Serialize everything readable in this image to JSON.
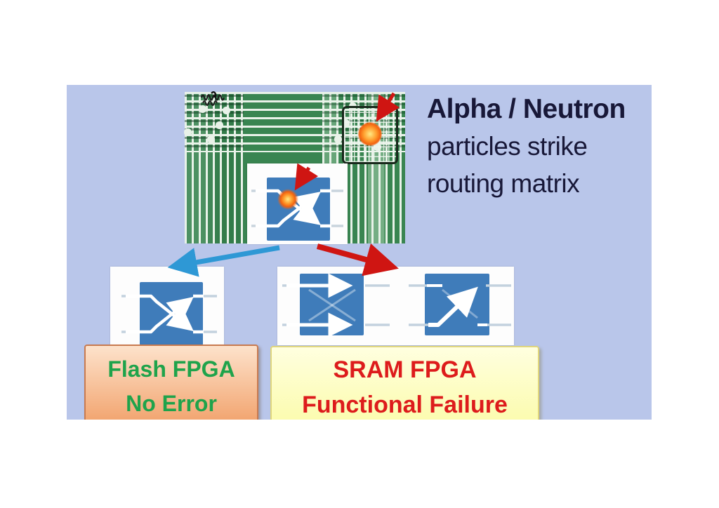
{
  "theme": {
    "page_bg": "#ffffff",
    "slide_bg": "#b9c6ea",
    "matrix_green": "#398551",
    "matrix_line": "#e9f2e9",
    "switch_blue": "#3f7cba",
    "panel_white": "#fdfdfd",
    "title_color": "#181838",
    "good_arrow": "#2e98d5",
    "bad_arrow": "#cf1512",
    "glow_core": "#ffe984",
    "glow_mid": "#ff9e2e",
    "glow_edge": "#f2620f",
    "flash_border": "#c87a50",
    "flash_bg_top": "#fde2cb",
    "flash_bg_bottom": "#f09a60",
    "flash_text": "#1fa34b",
    "sram_border": "#e0d67c",
    "sram_bg_top": "#ffffdf",
    "sram_bg_bottom": "#fbfba6",
    "sram_text": "#dd1c1c"
  },
  "title": {
    "line1": "Alpha / Neutron",
    "line2": "particles strike",
    "line3": "routing matrix"
  },
  "results": {
    "flash": {
      "line1": "Flash FPGA",
      "line2": "No Error"
    },
    "sram": {
      "line1": "SRAM FPGA",
      "line2": "Functional Failure"
    }
  },
  "icons": {
    "particle_strike": "red-strike-arrow",
    "particle_glow": "orange-glow-dot",
    "good_branch": "blue-arrow",
    "bad_branch": "red-arrow",
    "trace_scribble": "black-squiggle",
    "switch_hit": "crossbar-switch-struck",
    "switch_ok": "crossbar-switch-crossing",
    "switch_stuck": "crossbar-switch-straight-through",
    "switch_misroute": "crossbar-switch-misrouted"
  }
}
